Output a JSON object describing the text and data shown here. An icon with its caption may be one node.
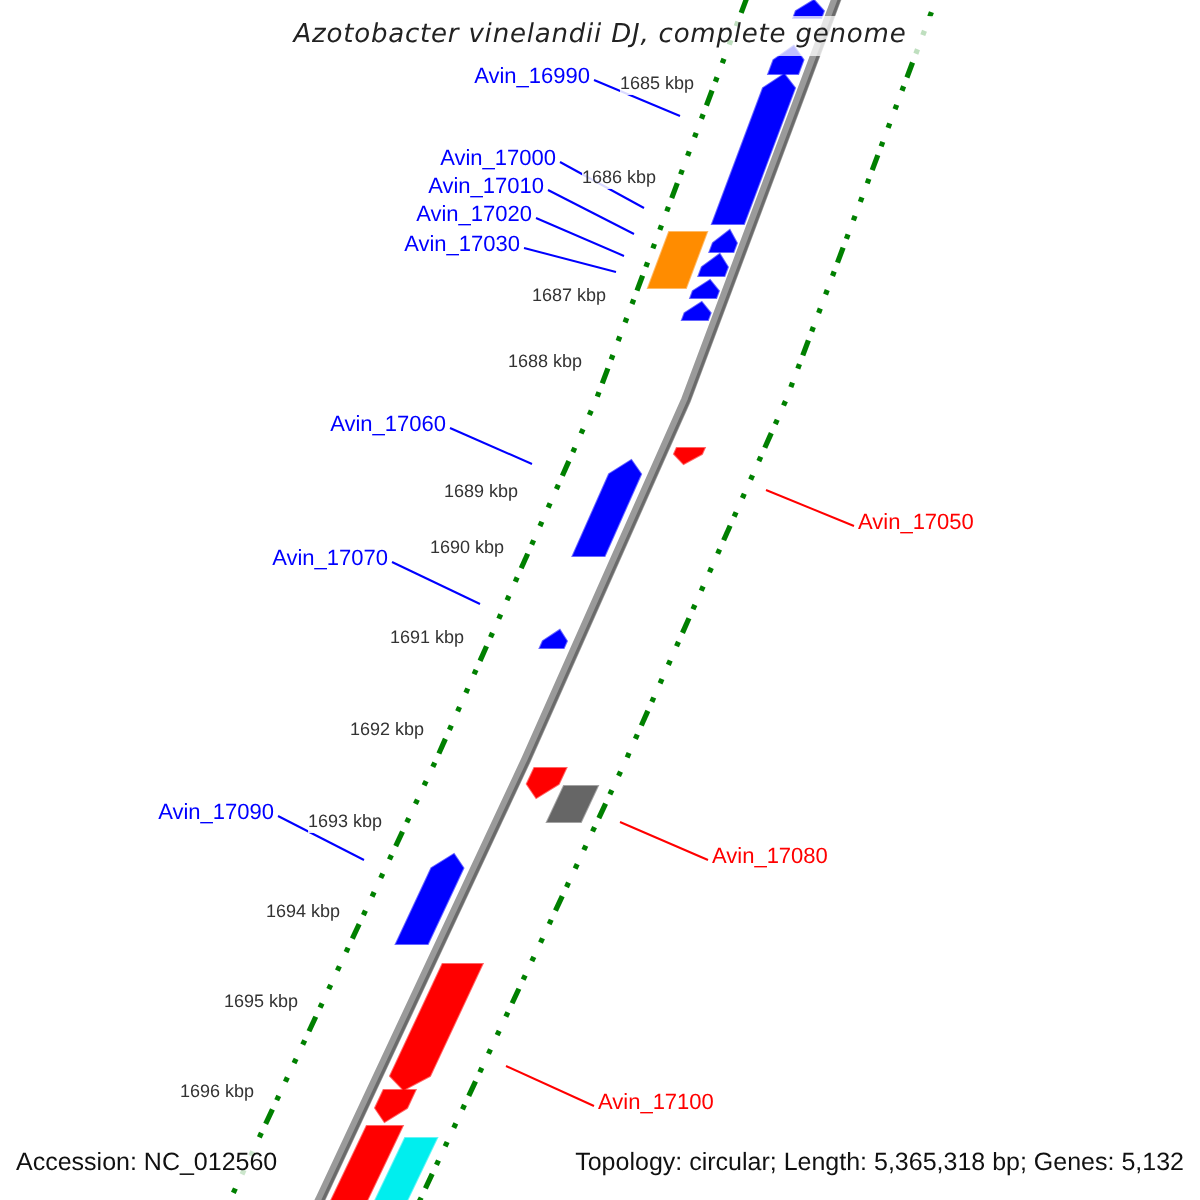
{
  "diagram": {
    "title": "Azotobacter vinelandii DJ, complete genome",
    "nodes": [
      {
        "text": [
          "Avin_16990"
        ]
      },
      {
        "text": [
          "Avin_17000"
        ]
      },
      {
        "text": [
          "Avin_17010"
        ]
      },
      {
        "text": [
          "Avin_17020"
        ]
      },
      {
        "text": [
          "Avin_17030"
        ]
      },
      {
        "text": [
          "Avin_17060"
        ]
      },
      {
        "text": [
          "Avin_17050"
        ]
      },
      {
        "text": [
          "Avin_17070"
        ]
      },
      {
        "text": [
          "Avin_17090"
        ]
      },
      {
        "text": [
          "Avin_17080"
        ]
      },
      {
        "text": [
          "Avin_17100"
        ]
      }
    ],
    "edges": [
      {
        "from": 0,
        "to": null,
        "arrow": "none"
      },
      {
        "from": 1,
        "to": null,
        "arrow": "none"
      },
      {
        "from": 2,
        "to": null,
        "arrow": "none"
      },
      {
        "from": 3,
        "to": null,
        "arrow": "none"
      },
      {
        "from": 4,
        "to": null,
        "arrow": "none"
      },
      {
        "from": 5,
        "to": null,
        "arrow": "none"
      },
      {
        "from": 6,
        "to": null,
        "arrow": "none",
        "color": "#ff0000"
      },
      {
        "from": 7,
        "to": null,
        "arrow": "none"
      },
      {
        "from": 8,
        "to": null,
        "arrow": "none"
      },
      {
        "from": 9,
        "to": null,
        "arrow": "none",
        "color": "#ff0000"
      },
      {
        "from": 10,
        "to": null,
        "arrow": "none",
        "color": "#ff0000"
      }
    ],
    "labels": [
      "1685 kbp",
      "1686 kbp",
      "1687 kbp",
      "1688 kbp",
      "1689 kbp",
      "1690 kbp",
      "1691 kbp",
      "1692 kbp",
      "1693 kbp",
      "1694 kbp",
      "1695 kbp",
      "1696 kbp",
      "Accession: NC_012560",
      "Topology: circular; Length: 5,365,318 bp; Genes: 5,132"
    ]
  }
}
